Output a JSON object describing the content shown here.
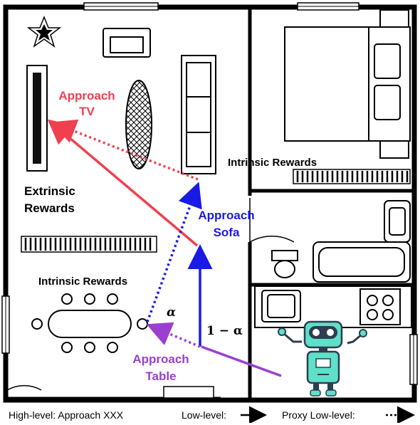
{
  "labels": {
    "approach_tv": [
      "Approach",
      "TV"
    ],
    "approach_sofa": [
      "Approach",
      "Sofa"
    ],
    "approach_table": [
      "Approach",
      "Table"
    ],
    "extrinsic": [
      "Extrinsic",
      "Rewards"
    ],
    "intrinsic_top": "Intrinsic Rewards",
    "intrinsic_left": "Intrinsic Rewards",
    "alpha": "α",
    "one_minus_alpha": "1 − α"
  },
  "legend": {
    "high_level": "High-level: Approach XXX",
    "low_level": "Low-level:",
    "proxy_low_level": "Proxy Low-level:"
  },
  "colors": {
    "red": "#f04050",
    "blue": "#1a1ae6",
    "purple": "#9b3fd0",
    "robot_body": "#5fe0c8",
    "robot_dark": "#2c3e50"
  },
  "icons": [
    "star-icon",
    "robot-icon",
    "tv-icon",
    "sofa-icon",
    "bed-icon",
    "bathtub-icon",
    "sink-icon",
    "toilet-icon",
    "stove-icon",
    "table-icon",
    "chair-icon",
    "rug-icon"
  ]
}
